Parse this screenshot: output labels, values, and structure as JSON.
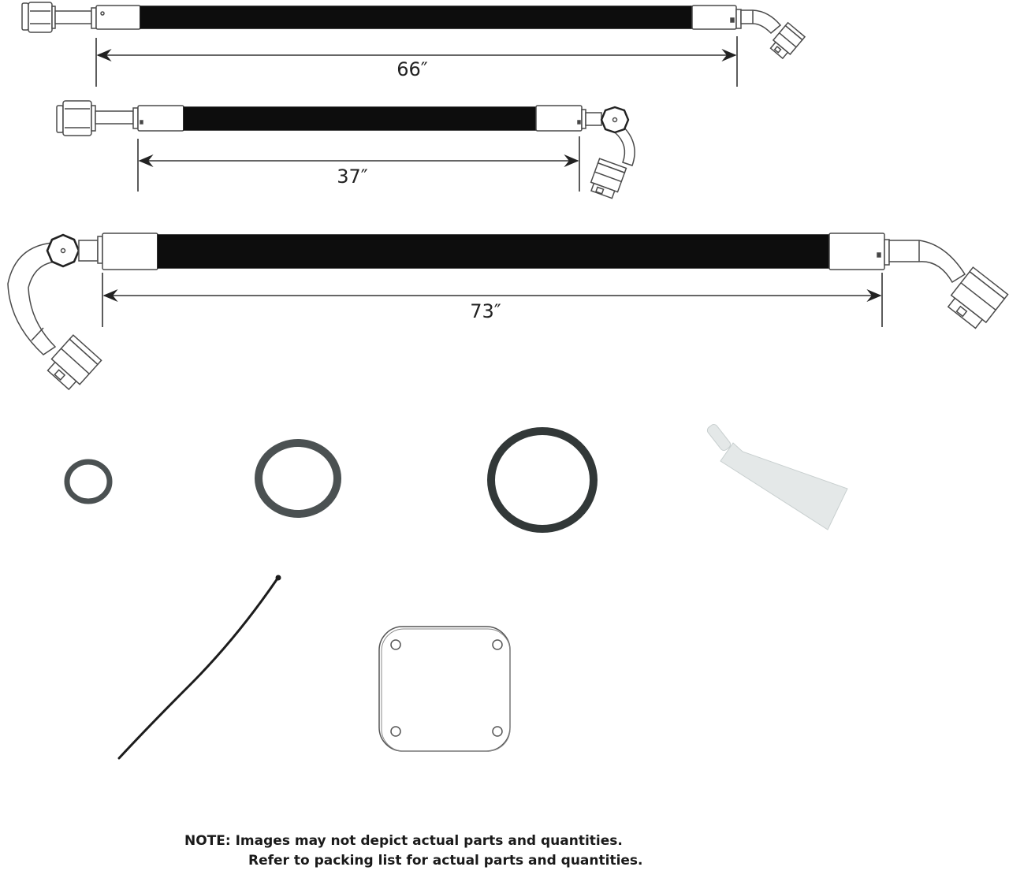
{
  "diagram": {
    "title": "A/C hose kit components",
    "hoses": [
      {
        "id": "hose-1",
        "length_label": "66″",
        "left_fitting": "straight male",
        "right_fitting": "45-degree female"
      },
      {
        "id": "hose-2",
        "length_label": "37″",
        "left_fitting": "straight male",
        "right_fitting": "90-degree female with service port"
      },
      {
        "id": "hose-3",
        "length_label": "73″",
        "left_fitting": "180-degree female with service port",
        "right_fitting": "45-degree female"
      }
    ],
    "parts": [
      {
        "id": "o-ring-small",
        "label": "O-ring (small)"
      },
      {
        "id": "o-ring-medium",
        "label": "O-ring (medium)"
      },
      {
        "id": "o-ring-large",
        "label": "O-ring (large)"
      },
      {
        "id": "lubricant-tube",
        "label": "Lubricant tube"
      },
      {
        "id": "cable-tie",
        "label": "Cable tie"
      },
      {
        "id": "gasket-plate",
        "label": "Gasket plate"
      }
    ],
    "colors": {
      "hose": "#0d0d0d",
      "outline": "#4a4a4a",
      "o_ring": "#4b5152",
      "o_ring_large": "#323838",
      "tube": "#e4e8e8",
      "text": "#1a1a1a"
    }
  },
  "note": {
    "line1": "NOTE: Images may not depict actual parts and quantities.",
    "line2": "Refer to packing list for actual parts and quantities."
  }
}
